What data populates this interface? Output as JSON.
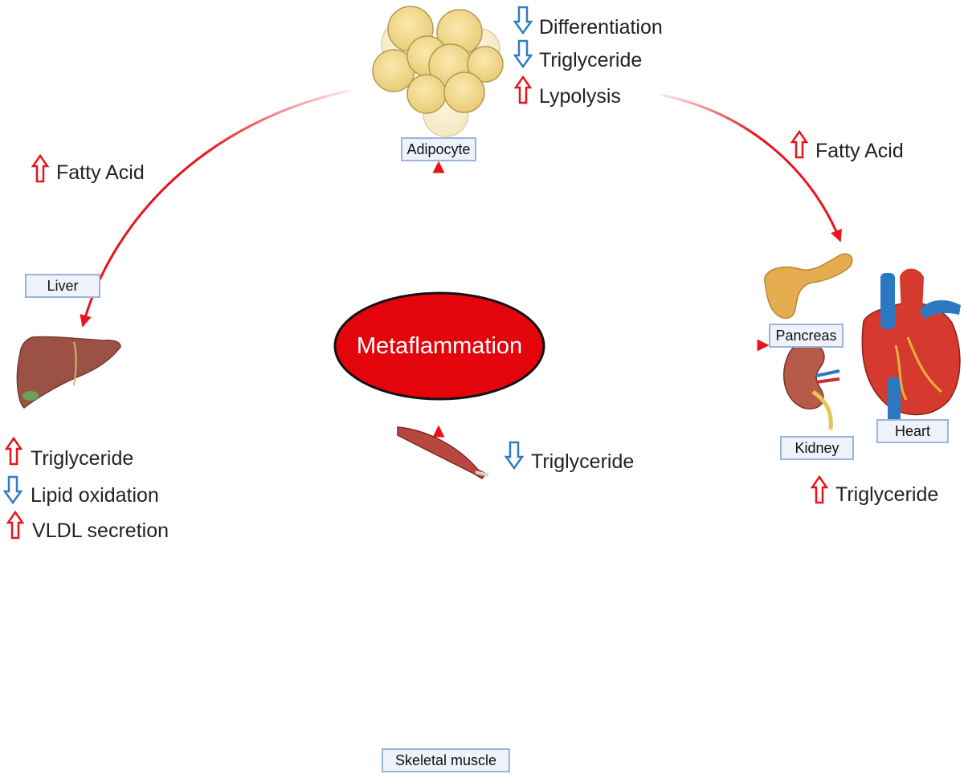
{
  "center": {
    "label": "Metaflammation"
  },
  "organs": {
    "adipocyte": "Adipocyte",
    "liver": "Liver",
    "pancreas": "Pancreas",
    "kidney": "Kidney",
    "heart": "Heart",
    "skeletal_muscle": "Skeletal muscle"
  },
  "effects": {
    "adipocyte": [
      {
        "direction": "down",
        "text": "Differentiation"
      },
      {
        "direction": "down",
        "text": "Triglyceride"
      },
      {
        "direction": "up",
        "text": "Lypolysis"
      }
    ],
    "fatty_acid_left": {
      "direction": "up",
      "text": "Fatty Acid"
    },
    "fatty_acid_right": {
      "direction": "up",
      "text": "Fatty Acid"
    },
    "liver": [
      {
        "direction": "up",
        "text": "Triglyceride"
      },
      {
        "direction": "down",
        "text": "Lipid oxidation"
      },
      {
        "direction": "up",
        "text": "VLDL secretion"
      }
    ],
    "organs_right": {
      "direction": "up",
      "text": "Triglyceride"
    },
    "skeletal_muscle": {
      "direction": "down",
      "text": "Triglyceride"
    }
  },
  "colors": {
    "up": "#e8141b",
    "down": "#2f7cc4",
    "arrow": "#e8141b",
    "center_fill": "#e3050b"
  }
}
